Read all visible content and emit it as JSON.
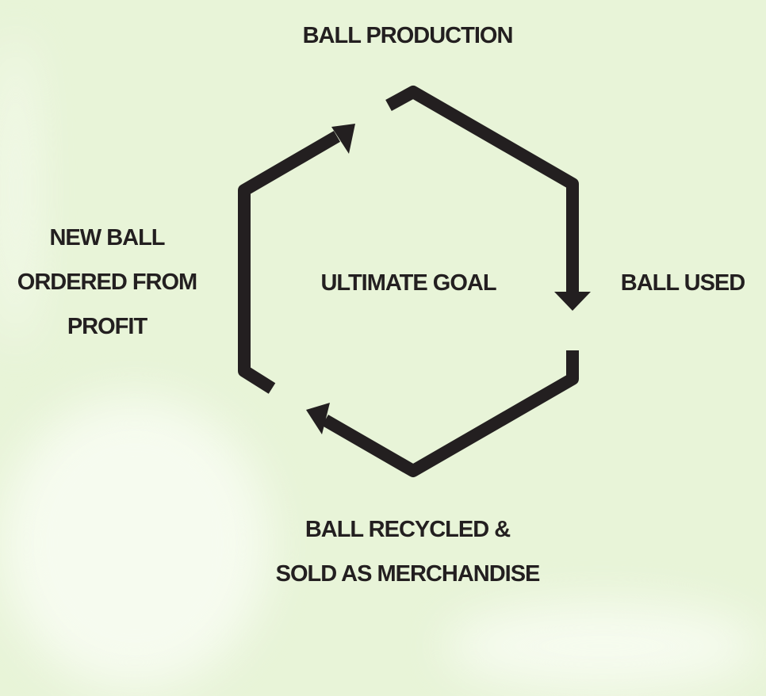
{
  "diagram": {
    "center_label": "ULTIMATE GOAL",
    "nodes": {
      "top": "BALL PRODUCTION",
      "right": "BALL USED",
      "bottom": [
        "BALL RECYCLED &",
        "SOLD AS MERCHANDISE"
      ],
      "left": [
        "NEW BALL",
        "ORDERED FROM",
        "PROFIT"
      ]
    },
    "colors": {
      "background": "#e8f4d8",
      "ink": "#231f20"
    }
  }
}
